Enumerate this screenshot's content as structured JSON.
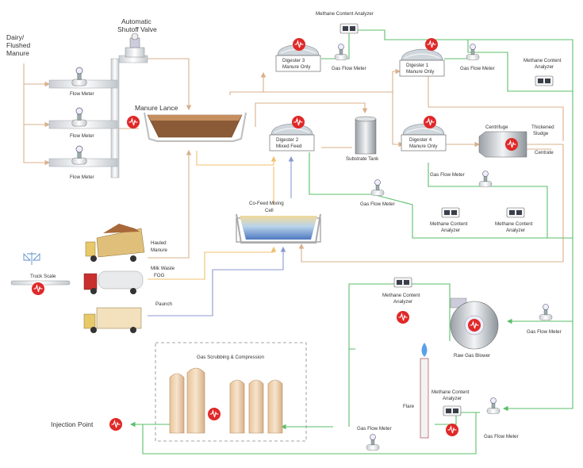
{
  "labels": {
    "dairy_manure": [
      "Dairy/",
      "Flushed",
      "Manure"
    ],
    "auto_valve": [
      "Automatic",
      "Shutoff Valve"
    ],
    "flow_meter": "Flow Meter",
    "manure_lance": "Manure Lance",
    "digester3": [
      "Digester 3",
      "Manure Only"
    ],
    "digester1": [
      "Digester 1",
      "Manure Only"
    ],
    "digester2": [
      "Digester 2",
      "Mixed Feed"
    ],
    "digester4": [
      "Digester 4",
      "Manure Only"
    ],
    "gas_flow_meter": "Gas Flow Meter",
    "methane_analyzer_top": "Methane Content Analyzer",
    "methane_analyzer_two": [
      "Methane Content",
      "Analyzer"
    ],
    "substrate_tank": "Substrate Tank",
    "centrifuge": "Centrifuge",
    "thickened_sludge": [
      "Thickened",
      "Sludge"
    ],
    "centrate": "Centrate",
    "cofeed_cell": [
      "Co-Feed Mixing",
      "Cell"
    ],
    "hauled_manure": [
      "Hauled",
      "Manure"
    ],
    "truck_scale": "Truck Scale",
    "milk_waste": [
      "Milk Waste",
      "FOG"
    ],
    "paunch": "Paunch",
    "raw_gas_blower": "Raw Gas Blower",
    "gas_scrubbing": "Gas Scrubbing & Compression",
    "flare": "Flare",
    "injection_point": "Injection Point"
  },
  "colors": {
    "manure_line": "#d9b08c",
    "gas_line": "#5bbf6a",
    "feed_line": "#f0c070",
    "paunch_line": "#8a9ad0",
    "alarm": "#e02828"
  }
}
